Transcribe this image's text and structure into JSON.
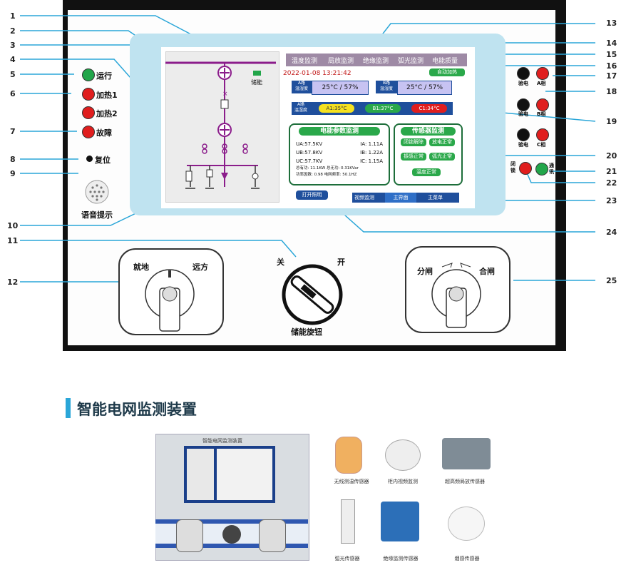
{
  "callouts_left": [
    "1",
    "2",
    "3",
    "4",
    "5",
    "6",
    "7",
    "8",
    "9",
    "10",
    "11",
    "12"
  ],
  "callouts_right": [
    "13",
    "14",
    "15",
    "16",
    "17",
    "18",
    "19",
    "20",
    "21",
    "22",
    "23",
    "24",
    "25"
  ],
  "left_indicators": {
    "run": "运行",
    "heat1": "加热1",
    "heat2": "加热2",
    "fault": "故障",
    "reset": "复位",
    "voice": "语音提示"
  },
  "screen": {
    "storage_label": "储能",
    "tabs": [
      "温度监测",
      "局放监测",
      "绝缘监测",
      "弧光监测",
      "电能质量"
    ],
    "datetime": "2022-01-08 13:21:42",
    "auto_heat": "自动加热",
    "a_line_label": "A路\n温湿度",
    "a_line_value": "25°C / 57%",
    "b_line_label": "B路\n温湿度",
    "b_line_value": "25°C / 57%",
    "a_temp_label": "A路\n温湿度",
    "temps": [
      "A1:35°C",
      "B1:37°C",
      "C1:34°C"
    ],
    "energy_title": "电能参数监测",
    "energy_rows": [
      [
        "UA:57.5KV",
        "IA: 1.11A"
      ],
      [
        "UB:57.8KV",
        "IB: 1.22A"
      ],
      [
        "UC:57.7KV",
        "IC: 1.15A"
      ]
    ],
    "energy_footer1": "总有功: 11.1KW  总无功: 0.31KVar",
    "energy_footer2": "功率因数: 0.98  电网频率: 50.1HZ",
    "sensor_title": "传感器监测",
    "sensor_buttons": [
      "闭锁解除",
      "放电正常",
      "振感正常",
      "弧光正常",
      "温度正常"
    ],
    "open_light": "打开照明",
    "bottom_tabs": [
      "视频监测",
      "主界面",
      "主菜单"
    ]
  },
  "right_indicators": {
    "test_a": "验电",
    "phase_a": "A相",
    "test_b": "验电",
    "phase_b": "B相",
    "test_c": "验电",
    "phase_c": "C相",
    "lock": "闭\n锁",
    "comm": "通\n讯"
  },
  "knobs": {
    "local": "就地",
    "remote": "远方",
    "off": "关",
    "on": "开",
    "storage_knob": "储能旋钮",
    "open": "分闸",
    "close": "合闸"
  },
  "section": {
    "heading": "智能电网监测装置",
    "device_title": "智能电网监测装置",
    "products": [
      "无线测温传感器",
      "柜内视频监测",
      "超高频局放传感器",
      "弧光传感器",
      "绝缘监测传感器",
      "烟感传感器"
    ]
  },
  "colors": {
    "accent_blue": "#2aa6d8",
    "run_green": "#22a64a",
    "alarm_red": "#e01e1e",
    "tab_purple": "#9e8aa5"
  }
}
